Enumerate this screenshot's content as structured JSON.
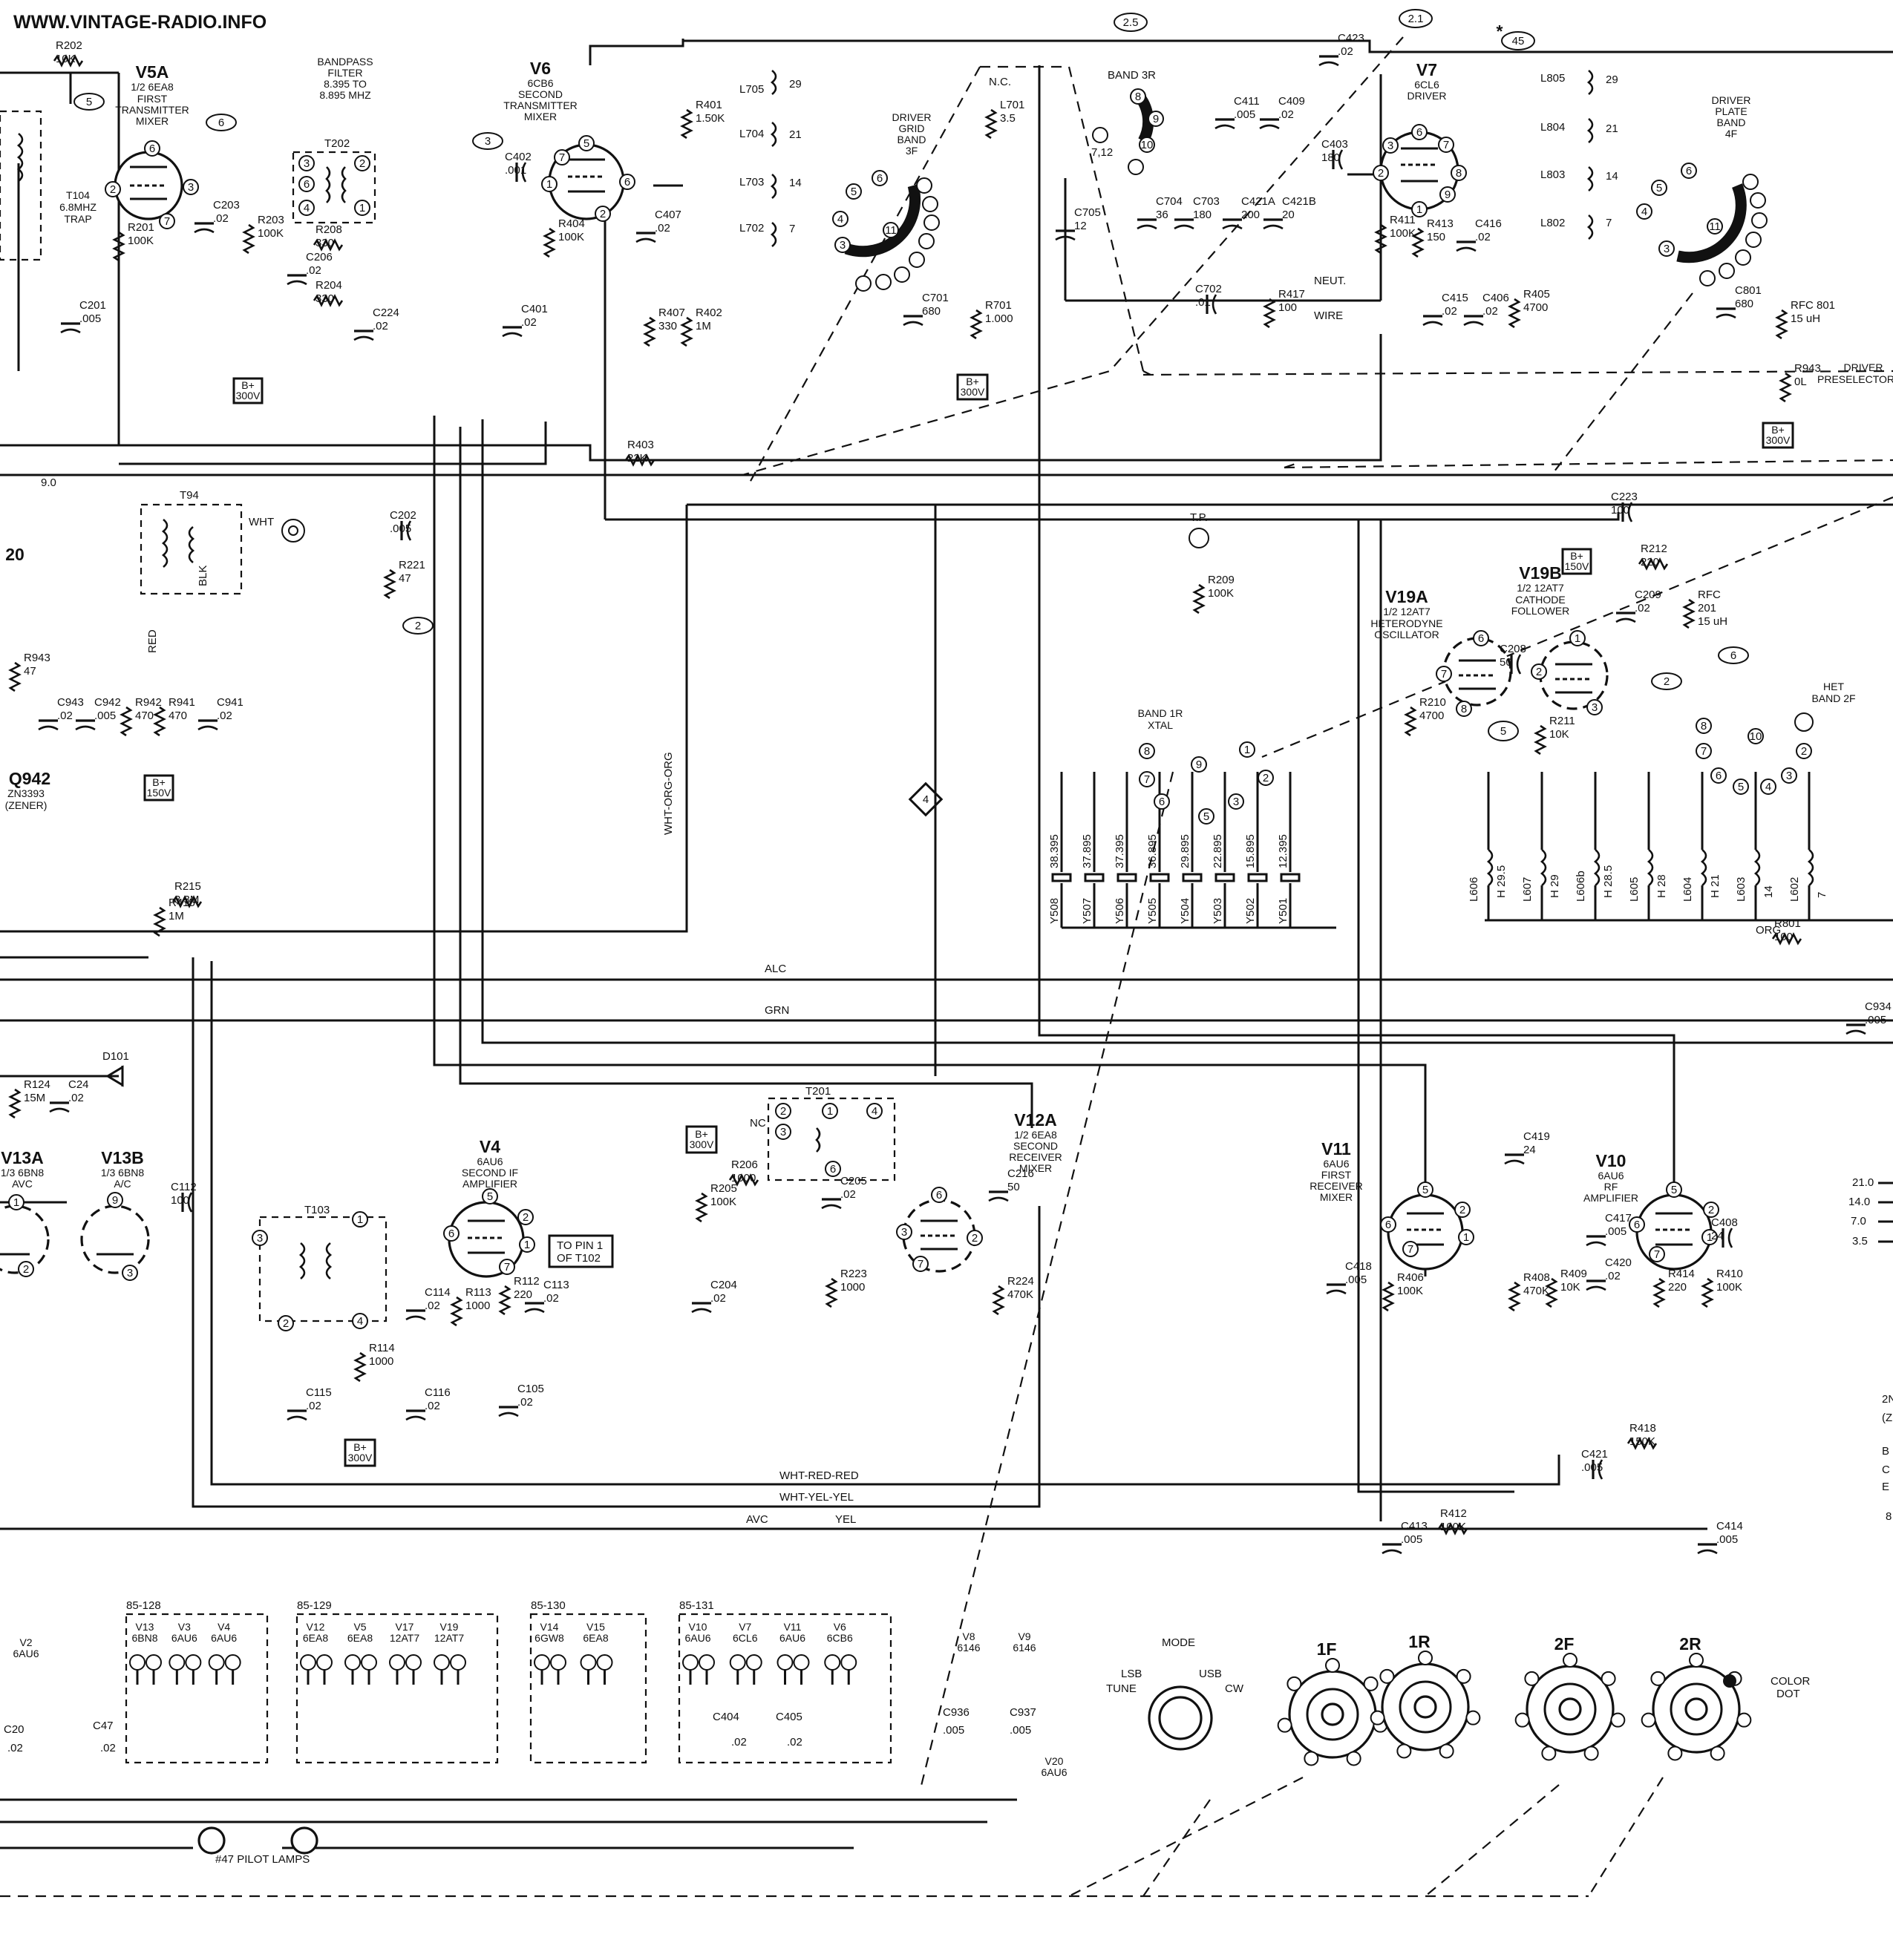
{
  "header": {
    "watermark": "WWW.VINTAGE-RADIO.INFO"
  },
  "tubes": [
    {
      "id": "V5A",
      "type": "1/2 6EA8",
      "func": [
        "FIRST",
        "TRANSMITTER",
        "MIXER"
      ]
    },
    {
      "id": "V6",
      "type": "6CB6",
      "func": [
        "SECOND",
        "TRANSMITTER",
        "MIXER"
      ]
    },
    {
      "id": "V7",
      "type": "6CL6",
      "func": [
        "DRIVER"
      ]
    },
    {
      "id": "V19A",
      "type": "1/2 12AT7",
      "func": [
        "HETERODYNE",
        "OSCILLATOR"
      ]
    },
    {
      "id": "V19B",
      "type": "1/2 12AT7",
      "func": [
        "CATHODE",
        "FOLLOWER"
      ]
    },
    {
      "id": "V4",
      "type": "6AU6",
      "func": [
        "SECOND IF",
        "AMPLIFIER"
      ]
    },
    {
      "id": "V12A",
      "type": "1/2 6EA8",
      "func": [
        "SECOND",
        "RECEIVER",
        "MIXER"
      ]
    },
    {
      "id": "V11",
      "type": "6AU6",
      "func": [
        "FIRST",
        "RECEIVER",
        "MIXER"
      ]
    },
    {
      "id": "V10",
      "type": "6AU6",
      "func": [
        "RF",
        "AMPLIFIER"
      ]
    },
    {
      "id": "V13A",
      "type": "1/3 6BN8",
      "func": [
        "AVC"
      ]
    },
    {
      "id": "V13B",
      "type": "1/3 6BN8",
      "func": [
        "A/C"
      ]
    }
  ],
  "blocks": {
    "bandpass": [
      "BANDPASS",
      "FILTER",
      "8.395 TO",
      "8.895 MHZ"
    ],
    "driver_grid": [
      "DRIVER",
      "GRID",
      "BAND",
      "3F"
    ],
    "driver_plate": [
      "DRIVER",
      "PLATE",
      "BAND",
      "4F"
    ],
    "band3r": "BAND 3R",
    "band1r": [
      "BAND 1R",
      "XTAL"
    ],
    "het": [
      "HET",
      "BAND 2F"
    ],
    "trap": [
      "T104",
      "6.8MHZ",
      "TRAP"
    ],
    "t202": "T202",
    "t94": "T94",
    "t201": "T201",
    "t103": "T103",
    "to_pin": [
      "TO PIN 1",
      "OF T102"
    ],
    "neut": [
      "NEUT.",
      "WIRE"
    ],
    "nc": "N.C.",
    "q942": [
      "Q942",
      "ZN3393",
      "(ZENER)"
    ],
    "driver_presel": [
      "DRIVER",
      "PRESELECTOR"
    ]
  },
  "components": {
    "r202": [
      "R202",
      "10K"
    ],
    "r201": [
      "R201",
      "100K"
    ],
    "r203": [
      "R203",
      "100K"
    ],
    "r208": [
      "R208",
      "330"
    ],
    "r204": [
      "R204",
      "330"
    ],
    "r401": [
      "R401",
      "1.50K"
    ],
    "r404": [
      "R404",
      "100K"
    ],
    "r407": [
      "R407",
      "330"
    ],
    "r402": [
      "R402",
      "1M"
    ],
    "r403": [
      "R403",
      "22K"
    ],
    "r701": [
      "R701",
      "1.000"
    ],
    "r411": [
      "R411",
      "100K"
    ],
    "r413": [
      "R413",
      "150"
    ],
    "r405": [
      "R405",
      "4700"
    ],
    "r417": [
      "R417",
      "100"
    ],
    "r209": [
      "R209",
      "100K"
    ],
    "r210": [
      "R210",
      "4700"
    ],
    "r211": [
      "R211",
      "10K"
    ],
    "r212": [
      "R212",
      "220"
    ],
    "r221": [
      "R221",
      "47"
    ],
    "r943": [
      "R943",
      "47"
    ],
    "r942": [
      "R942",
      "470"
    ],
    "r941": [
      "R941",
      "470"
    ],
    "r215": [
      "R215",
      "3.3M"
    ],
    "r415": [
      "R415",
      "1M"
    ],
    "r124": [
      "R124",
      "15M"
    ],
    "r206": [
      "R206",
      "1000"
    ],
    "r205": [
      "R205",
      "100K"
    ],
    "r223": [
      "R223",
      "1000"
    ],
    "r224": [
      "R224",
      "470K"
    ],
    "r113": [
      "R113",
      "1000"
    ],
    "r112": [
      "R112",
      "220"
    ],
    "r114": [
      "R114",
      "1000"
    ],
    "r406": [
      "R406",
      "100K"
    ],
    "r408": [
      "R408",
      "470K"
    ],
    "r409": [
      "R409",
      "10K"
    ],
    "r414": [
      "R414",
      "220"
    ],
    "r410": [
      "R410",
      "100K"
    ],
    "r418": [
      "R418",
      "150K"
    ],
    "r412": [
      "R412",
      "100K"
    ],
    "r801": [
      "R801",
      "100"
    ],
    "r943b": [
      "R943",
      "0L"
    ],
    "c201": [
      "C201",
      ".005"
    ],
    "c203": [
      "C203",
      ".02"
    ],
    "c206": [
      "C206",
      ".02"
    ],
    "c224": [
      "C224",
      ".02"
    ],
    "c402": [
      "C402",
      ".001"
    ],
    "c401": [
      "C401",
      ".02"
    ],
    "c407": [
      "C407",
      ".02"
    ],
    "c701": [
      "C701",
      "680"
    ],
    "c705": [
      "C705",
      "12"
    ],
    "c704": [
      "C704",
      "36"
    ],
    "c703": [
      "C703",
      "180"
    ],
    "c702": [
      "C702",
      ".01"
    ],
    "c411": [
      "C411",
      ".005"
    ],
    "c409": [
      "C409",
      ".02"
    ],
    "c421a": [
      "C421A",
      "200"
    ],
    "c421b": [
      "C421B",
      "20"
    ],
    "c423": [
      "C423",
      ".02"
    ],
    "c403": [
      "C403",
      "180"
    ],
    "c416": [
      "C416",
      ".02"
    ],
    "c415": [
      "C415",
      ".02"
    ],
    "c406": [
      "C406",
      ".02"
    ],
    "c801": [
      "C801",
      "680"
    ],
    "c223": [
      "C223",
      "100"
    ],
    "c209": [
      "C209",
      ".02"
    ],
    "c208": [
      "C208",
      "50"
    ],
    "c202": [
      "C202",
      ".005"
    ],
    "c943": [
      "C943",
      ".02"
    ],
    "c942": [
      "C942",
      ".005"
    ],
    "c941": [
      "C941",
      ".02"
    ],
    "c205": [
      "C205",
      ".02"
    ],
    "c204": [
      "C204",
      ".02"
    ],
    "c216": [
      "C216",
      "50"
    ],
    "c112": [
      "C112",
      "100"
    ],
    "c114": [
      "C114",
      ".02"
    ],
    "c113": [
      "C113",
      ".02"
    ],
    "c115": [
      "C115",
      ".02"
    ],
    "c116": [
      "C116",
      ".02"
    ],
    "c105": [
      "C105",
      ".02"
    ],
    "c419": [
      "C419",
      "24"
    ],
    "c418": [
      "C418",
      ".005"
    ],
    "c417": [
      "C417",
      ".005"
    ],
    "c420": [
      "C420",
      ".02"
    ],
    "c408": [
      "C408",
      "24"
    ],
    "c421": [
      "C421",
      ".005"
    ],
    "c413": [
      "C413",
      ".005"
    ],
    "c414": [
      "C414",
      ".005"
    ],
    "c934": [
      "C934",
      ".005"
    ],
    "c24": [
      "C24",
      ".02"
    ],
    "l701": [
      "L701",
      "3.5"
    ],
    "rfc801": [
      "RFC 801",
      "15 uH"
    ],
    "rfc201": [
      "RFC",
      "201",
      "15 uH"
    ],
    "d101": "D101"
  },
  "coils_driver": [
    {
      "id": "L705",
      "v": "29"
    },
    {
      "id": "L704",
      "v": "21"
    },
    {
      "id": "L703",
      "v": "14"
    },
    {
      "id": "L702",
      "v": "7"
    }
  ],
  "coils_plate": [
    {
      "id": "L805",
      "v": "29"
    },
    {
      "id": "L804",
      "v": "21"
    },
    {
      "id": "L803",
      "v": "14"
    },
    {
      "id": "L802",
      "v": "7"
    }
  ],
  "crystals": [
    {
      "id": "Y508",
      "f": "38.395"
    },
    {
      "id": "Y507",
      "f": "37.895"
    },
    {
      "id": "Y506",
      "f": "37.395"
    },
    {
      "id": "Y505",
      "f": "36.895"
    },
    {
      "id": "Y504",
      "f": "29.895"
    },
    {
      "id": "Y503",
      "f": "22.895"
    },
    {
      "id": "Y502",
      "f": "15.895"
    },
    {
      "id": "Y501",
      "f": "12.395"
    }
  ],
  "het_coils": [
    {
      "id": "L606",
      "v": "H 29.5"
    },
    {
      "id": "L607",
      "v": "H 29"
    },
    {
      "id": "L606b",
      "v": "H 28.5"
    },
    {
      "id": "L605",
      "v": "H 28"
    },
    {
      "id": "L604",
      "v": "H 21"
    },
    {
      "id": "L603",
      "v": "14"
    },
    {
      "id": "L602",
      "v": "7"
    }
  ],
  "signals": {
    "alc": "ALC",
    "grn": "GRN",
    "avc": "AVC",
    "yel": "YEL",
    "wht_org_org": "WHT-ORG-ORG",
    "wht_red_red": "WHT-RED-RED",
    "wht_yel_yel": "WHT-YEL-YEL",
    "wht": "WHT",
    "blk": "BLK",
    "red": "RED",
    "org": "ORG",
    "nc2": "NC",
    "tp": "T.P.",
    "v910": "9.0"
  },
  "supply": {
    "b300": [
      "B+",
      "300V"
    ],
    "b150": [
      "B+",
      "150V"
    ],
    "b150b": [
      "B+",
      "150V"
    ]
  },
  "circled": [
    "5",
    "6",
    "3",
    "2.5",
    "2.1",
    "45",
    "2",
    "5",
    "6",
    "2",
    "4"
  ],
  "heaters": [
    {
      "part": "85-128",
      "tubes": [
        "V13",
        "6BN8",
        "V3",
        "6AU6",
        "V4",
        "6AU6"
      ]
    },
    {
      "part": "85-129",
      "tubes": [
        "V12",
        "6EA8",
        "V5",
        "6EA8",
        "V17",
        "12AT7",
        "V19",
        "12AT7"
      ]
    },
    {
      "part": "85-130",
      "tubes": [
        "V14",
        "6GW8",
        "V15",
        "6EA8"
      ]
    },
    {
      "part": "85-131",
      "tubes": [
        "V10",
        "6AU6",
        "V7",
        "6CL6",
        "V11",
        "6AU6",
        "V6",
        "6CB6"
      ]
    }
  ],
  "heater_misc": {
    "v8": [
      "V8",
      "6146"
    ],
    "v9": [
      "V9",
      "6146"
    ],
    "v20": [
      "V20",
      "6AU6"
    ],
    "c936": [
      "C936",
      ".005"
    ],
    "c937": [
      "C937",
      ".005"
    ],
    "c404": [
      "C404",
      ".02"
    ],
    "c405": [
      "C405",
      ".02"
    ],
    "c47": [
      "C47",
      ".02"
    ],
    "pilot": "#47 PILOT LAMPS",
    "left_tube": [
      "V2",
      "6AU6"
    ],
    "c20": [
      "C20",
      ".02"
    ]
  },
  "switch": {
    "mode": "MODE",
    "lsb": "LSB",
    "usb": "USB",
    "tune": "TUNE",
    "cw": "CW",
    "wafers": [
      "1F",
      "1R",
      "2F",
      "2R"
    ],
    "color_dot": [
      "COLOR",
      "DOT"
    ]
  },
  "freq_legend": [
    "21.0",
    "14.0",
    "7.0",
    "3.5"
  ],
  "edge_text": [
    "2N",
    "(Z",
    "B",
    "C",
    "E",
    "8"
  ]
}
